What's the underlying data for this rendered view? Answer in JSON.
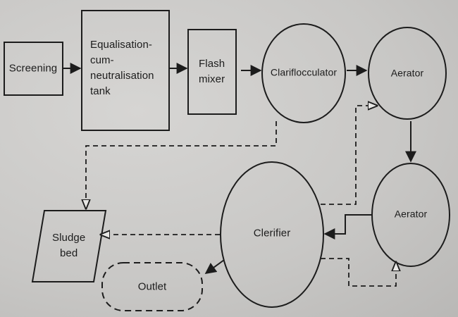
{
  "nodes": {
    "screening": "Screening",
    "equalisation": [
      "Equalisation-",
      "cum-",
      "neutralisation",
      "tank"
    ],
    "flash_mixer": [
      "Flash",
      "mixer"
    ],
    "clariflocculator": "Clariflocculator",
    "aerator_top": "Aerator",
    "aerator_right": "Aerator",
    "clerifier": "Clerifier",
    "sludge_bed": [
      "Sludge",
      "bed"
    ],
    "outlet": "Outlet"
  },
  "colors": {
    "ink": "#1c1c1c",
    "paper": "#cfcecc"
  }
}
